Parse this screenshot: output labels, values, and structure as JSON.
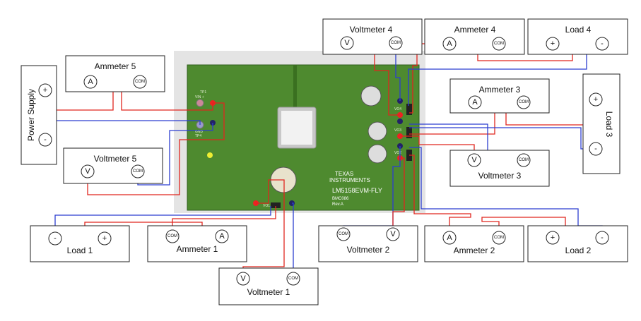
{
  "instruments": {
    "voltmeter4": {
      "title": "Voltmeter 4",
      "t1": "V",
      "t2": "COM"
    },
    "ammeter4": {
      "title": "Ammeter 4",
      "t1": "A",
      "t2": "COM"
    },
    "load4": {
      "title": "Load 4",
      "t1": "+",
      "t2": "-"
    },
    "ammeter5": {
      "title": "Ammeter 5",
      "t1": "A",
      "t2": "COM"
    },
    "power_supply": {
      "title": "Power Supply",
      "t1": "+",
      "t2": "-"
    },
    "ammeter3": {
      "title": "Ammeter 3",
      "t1": "A",
      "t2": "COM"
    },
    "load3": {
      "title": "Load 3",
      "t1": "+",
      "t2": "-"
    },
    "voltmeter5": {
      "title": "Voltmeter 5",
      "t1": "V",
      "t2": "COM"
    },
    "voltmeter3": {
      "title": "Voltmeter 3",
      "t1": "V",
      "t2": "COM"
    },
    "load1": {
      "title": "Load 1",
      "t1": "-",
      "t2": "+"
    },
    "ammeter1": {
      "title": "Ammeter 1",
      "t1": "COM",
      "t2": "A"
    },
    "voltmeter2": {
      "title": "Voltmeter 2",
      "t1": "COM",
      "t2": "V"
    },
    "ammeter2": {
      "title": "Ammeter 2",
      "t1": "A",
      "t2": "COM"
    },
    "load2": {
      "title": "Load 2",
      "t1": "+",
      "t2": "-"
    },
    "voltmeter1": {
      "title": "Voltmeter 1",
      "t1": "V",
      "t2": "COM"
    }
  },
  "board": {
    "brand_line1": "TEXAS",
    "brand_line2": "INSTRUMENTS",
    "model": "LM5158EVM-FLY",
    "code": "BMC086",
    "rev": "Rev.A",
    "labels": [
      "TP1",
      "VIN +",
      "GND",
      "TP4",
      "VO4",
      "VO3",
      "VO2",
      "VO1"
    ]
  },
  "colors": {
    "positive_wire": "#e0261f",
    "negative_wire": "#2c3ed0",
    "board": "#4e8a2f"
  }
}
